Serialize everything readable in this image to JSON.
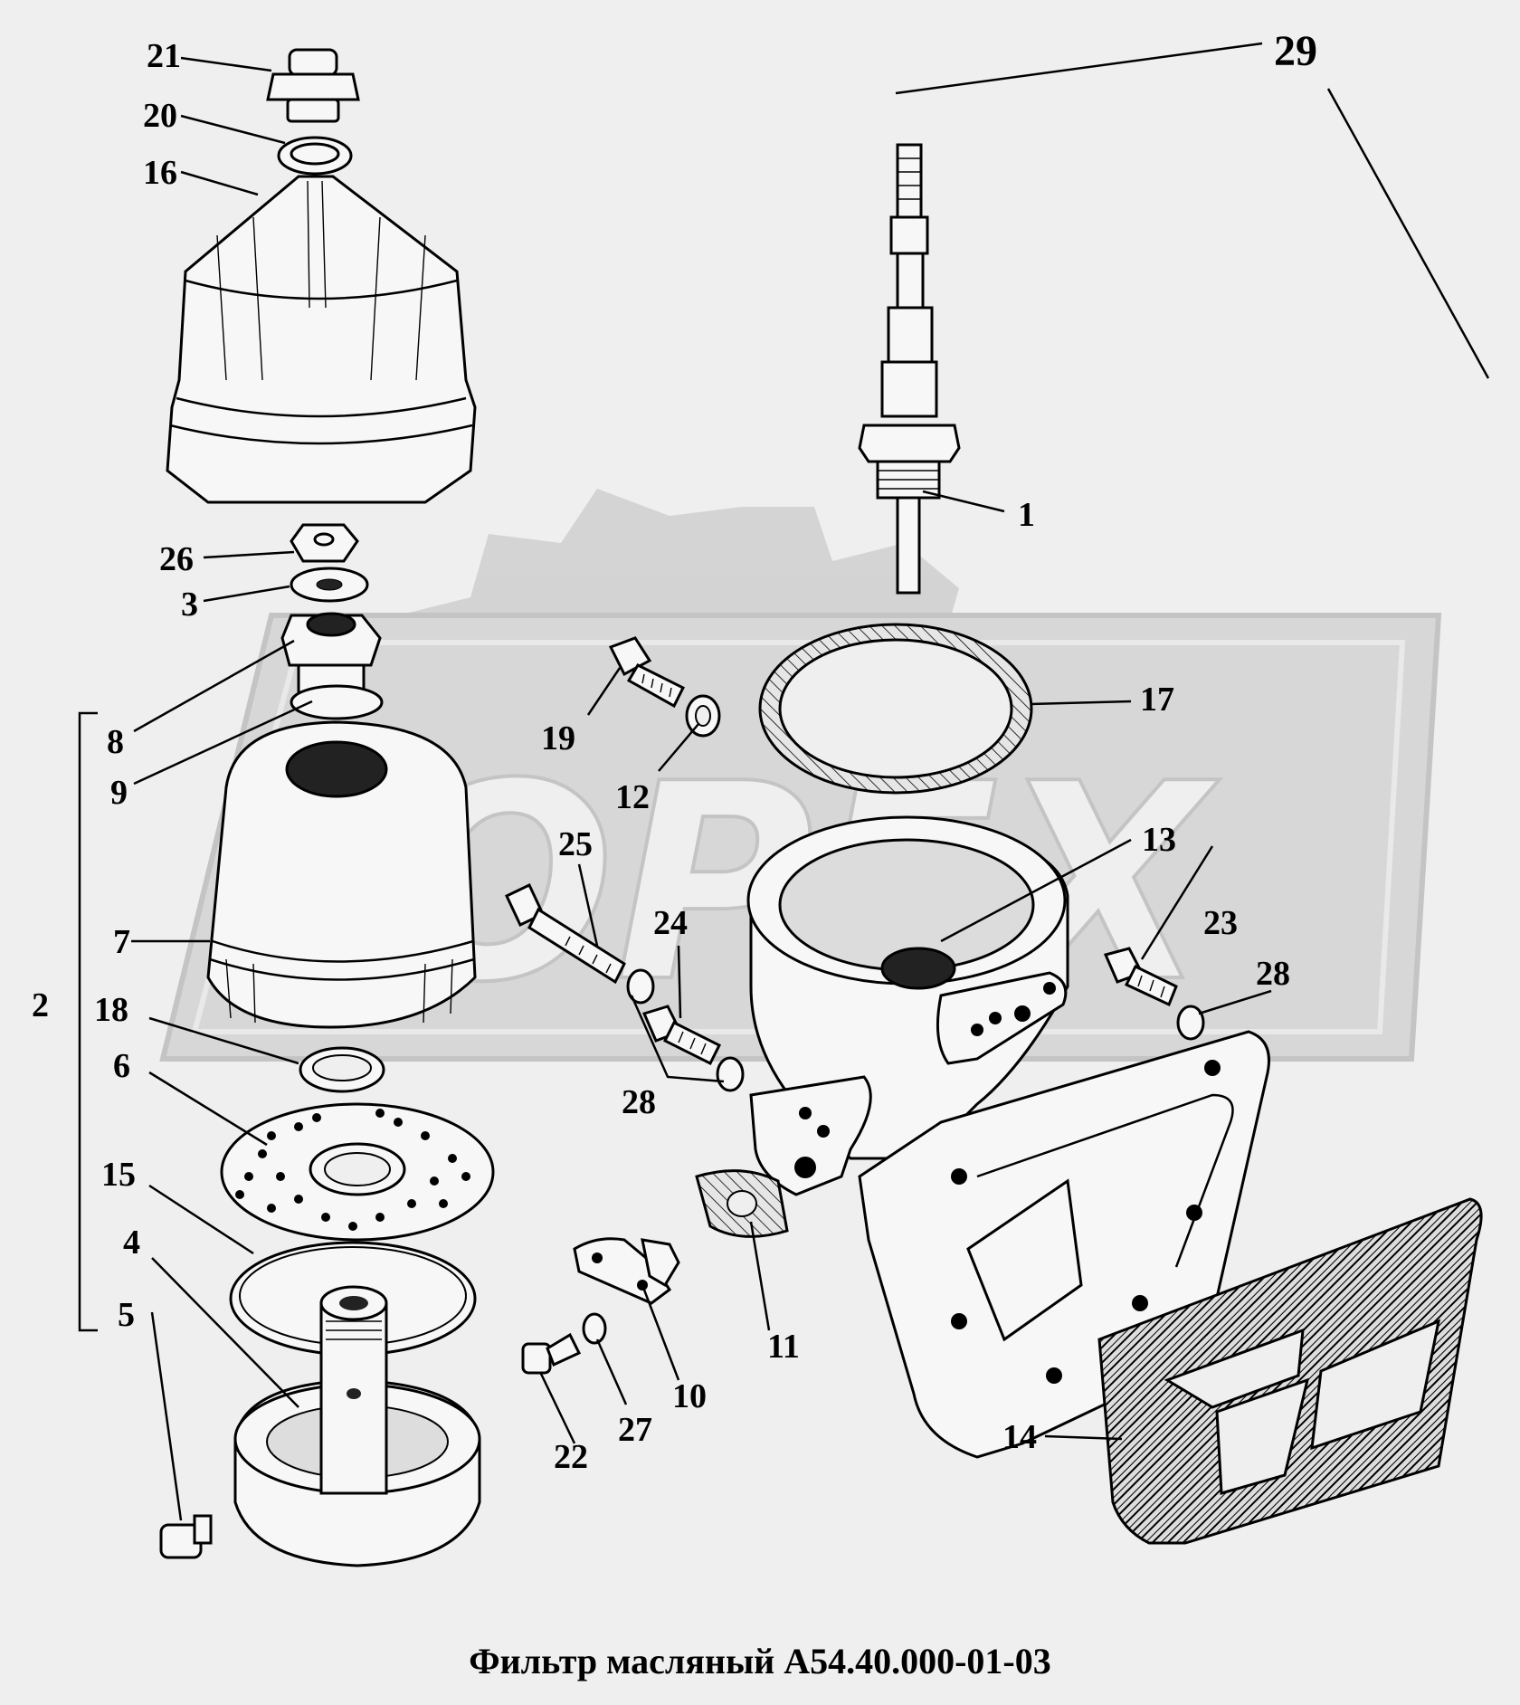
{
  "caption": "Фильтр масляный А54.40.000-01-03",
  "watermark_text": "OPEX",
  "callouts": {
    "c1": "1",
    "c2": "2",
    "c3": "3",
    "c4": "4",
    "c5": "5",
    "c6": "6",
    "c7": "7",
    "c8": "8",
    "c9": "9",
    "c10": "10",
    "c11": "11",
    "c12": "12",
    "c13": "13",
    "c14": "14",
    "c15": "15",
    "c16": "16",
    "c17": "17",
    "c18": "18",
    "c19": "19",
    "c20": "20",
    "c21": "21",
    "c22": "22",
    "c23": "23",
    "c24": "24",
    "c25": "25",
    "c26": "26",
    "c27": "27",
    "c28a": "28",
    "c28b": "28",
    "c29": "29"
  },
  "colors": {
    "background": "#efefef",
    "watermark": "#c8c8c8",
    "ink": "#000000"
  }
}
